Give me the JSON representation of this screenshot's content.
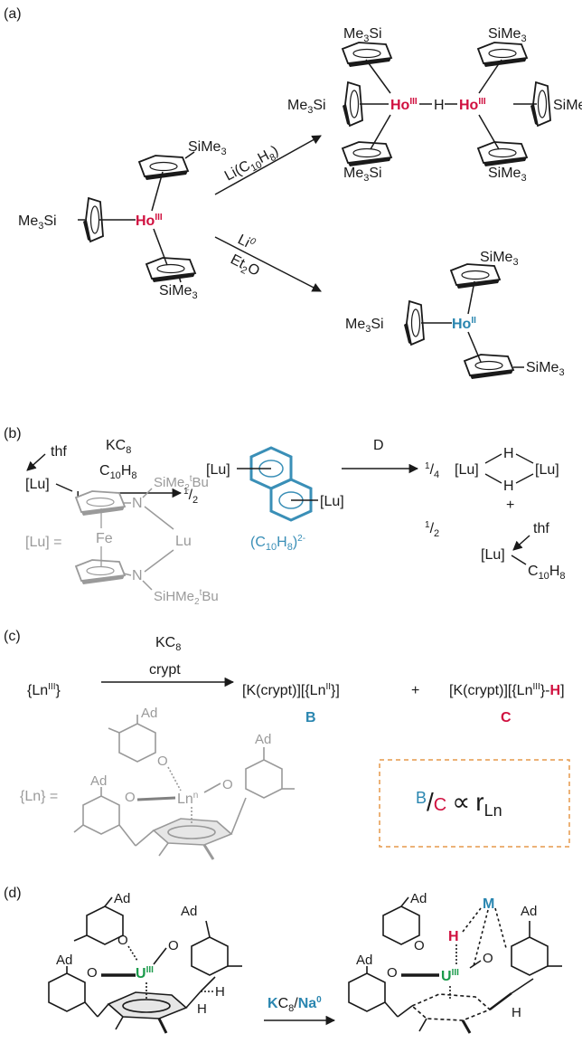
{
  "colors": {
    "holmium": "#d0103f",
    "ho_ii": "#2a86b0",
    "naphthalene": "#3a8fb7",
    "lutetium_grey": "#9a9a9a",
    "ratio_box": "#e5994a",
    "uranium": "#1a9a4a"
  },
  "panel_a": {
    "label": "(a)",
    "tms": "Me3Si",
    "tms2": "SiMe3",
    "ho_start": "Ho",
    "ox_iii": "III",
    "ox_ii": "II",
    "hydride": "H",
    "reagent_top": "Li(C10H8)",
    "reagent_bottom_1": "Li",
    "reagent_bottom_1_sup": "0",
    "reagent_bottom_2": "Et2O"
  },
  "panel_b": {
    "label": "(b)",
    "lu": "[Lu]",
    "thf": "thf",
    "iodide": "I",
    "reagent_1": "KC8",
    "reagent_2": "C10H8",
    "half": "1/2",
    "quarter": "1/4",
    "d_label": "D",
    "plus": "+",
    "lu_def_lhs": "[Lu] =",
    "fe": "Fe",
    "n": "N",
    "lu_center": "Lu",
    "silyl_1": "SiMe2tBu",
    "silyl_2": "SiHMe2tBu",
    "naph_dianion": "(C10H8)2-",
    "c10h8": "C10H8",
    "hydride": "H"
  },
  "panel_c": {
    "label": "(c)",
    "reagent_1": "KC8",
    "reagent_2": "crypt",
    "start": "{LnIII}",
    "product_b": "[K(crypt)][{LnII}]",
    "product_c": "[K(crypt)][{LnIII}-H]",
    "plus": "+",
    "label_b": "B",
    "label_c": "C",
    "ln_def_lhs": "{Ln} =",
    "ad": "Ad",
    "o": "O",
    "ln_center": "Ln",
    "ratio": "B/C ∝ rLn"
  },
  "panel_d": {
    "label": "(d)",
    "ad": "Ad",
    "o": "O",
    "u": "U",
    "ox_iii": "III",
    "h": "H",
    "m": "M",
    "reagent": "KC8/Na0"
  }
}
